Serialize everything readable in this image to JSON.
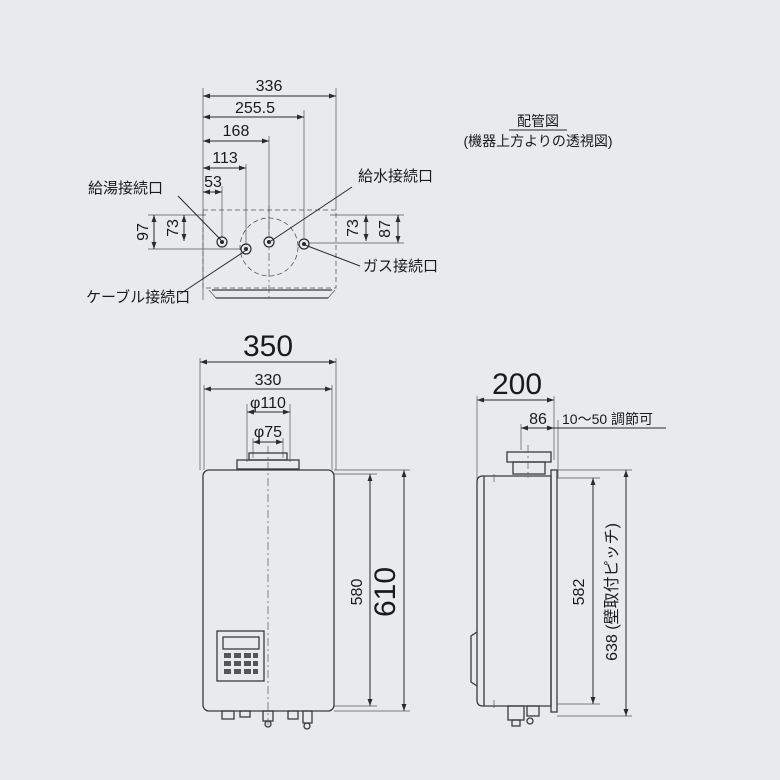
{
  "top_view": {
    "title": "配管図",
    "subtitle": "(機器上方よりの透視図)",
    "dim_336": "336",
    "dim_255_5": "255.5",
    "dim_168": "168",
    "dim_113": "113",
    "dim_53": "53",
    "dim_97": "97",
    "dim_73_left": "73",
    "dim_73_right": "73",
    "dim_87": "87",
    "label_hot": "給湯接続口",
    "label_water": "給水接続口",
    "label_gas": "ガス接続口",
    "label_cable": "ケーブル接続口"
  },
  "front_view": {
    "width_overall": "350",
    "width_body": "330",
    "flue_outer": "φ110",
    "flue_inner": "φ75",
    "height_body": "580",
    "height_overall": "610"
  },
  "side_view": {
    "depth_overall": "200",
    "flue_offset": "86",
    "adjust": "10～50 調節可",
    "height_body": "582",
    "height_pitch": "638 (壁取付ピッチ)"
  },
  "colors": {
    "background": "#e7ebee",
    "line": "#2a2a2a"
  }
}
